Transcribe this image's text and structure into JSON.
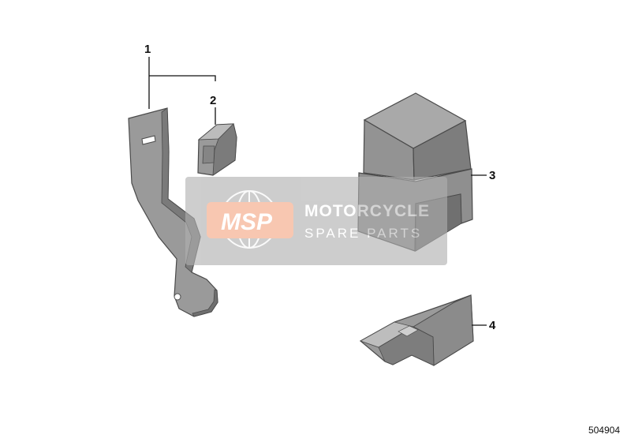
{
  "diagram": {
    "id": "504904",
    "callouts": [
      {
        "label": "1"
      },
      {
        "label": "2"
      },
      {
        "label": "3"
      },
      {
        "label": "4"
      }
    ]
  },
  "watermark": {
    "logo": "MSP",
    "line1": "MOTORCYCLE",
    "line2": "SPARE PARTS",
    "colors": {
      "logo": "#f4a582",
      "panel": "#b0b0b0",
      "text": "#ffffff"
    }
  },
  "colors": {
    "part_fill": "#8e8e8e",
    "part_light": "#b8b8b8",
    "part_dark": "#6f6f6f",
    "outline": "#4a4a4a",
    "leader": "#111111"
  }
}
